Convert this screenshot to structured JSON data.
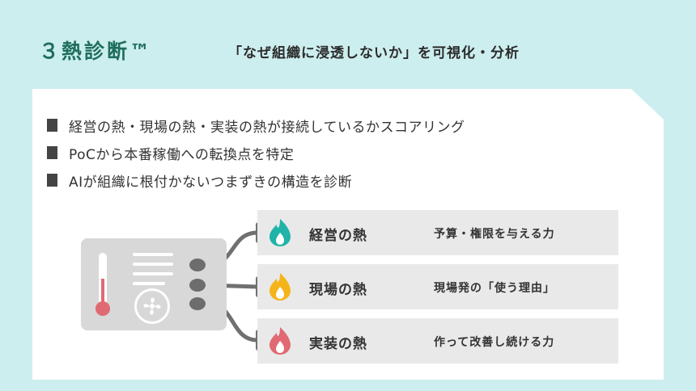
{
  "header": {
    "title": "３熱診断™",
    "subtitle": "「なぜ組織に浸透しないか」を可視化・分析"
  },
  "bullets": [
    "経営の熱・現場の熱・実装の熱が接続しているかスコアリング",
    "PoCから本番稼働への転換点を特定",
    "AIが組織に根付かないつまずきの構造を診断"
  ],
  "heats": [
    {
      "name": "経営の熱",
      "desc": "予算・権限を与える力",
      "color": "#20b3a8",
      "icon": "flame-icon"
    },
    {
      "name": "現場の熱",
      "desc": "現場発の「使う理由」",
      "color": "#f4b41a",
      "icon": "flame-icon"
    },
    {
      "name": "実装の熱",
      "desc": "作って改善し続ける力",
      "color": "#e06a73",
      "icon": "flame-icon"
    }
  ],
  "colors": {
    "background": "#cdeeee",
    "title": "#1f6e5d",
    "device": "#d8d8d8",
    "wire": "#707070"
  }
}
